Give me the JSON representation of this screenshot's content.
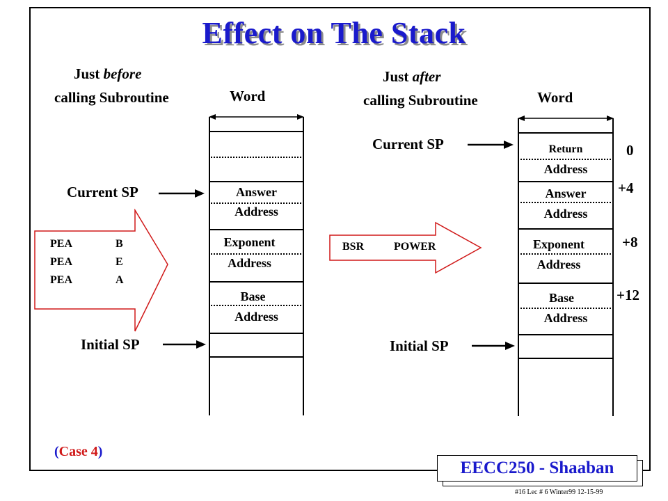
{
  "title": "Effect on The Stack",
  "left": {
    "heading_line1_a": "Just",
    "heading_line1_b": "before",
    "heading_line2": "calling Subroutine",
    "word_label": "Word",
    "current_sp": "Current SP",
    "initial_sp": "Initial SP",
    "cells": [
      {
        "line1": "Answer",
        "line2": "Address"
      },
      {
        "line1": "Exponent",
        "line2": "Address"
      },
      {
        "line1": "Base",
        "line2": "Address"
      }
    ],
    "instructions": [
      {
        "op": "PEA",
        "arg": "B"
      },
      {
        "op": "PEA",
        "arg": "E"
      },
      {
        "op": "PEA",
        "arg": "A"
      }
    ]
  },
  "right": {
    "heading_line1_a": "Just",
    "heading_line1_b": "after",
    "heading_line2": "calling Subroutine",
    "word_label": "Word",
    "current_sp": "Current SP",
    "initial_sp": "Initial SP",
    "cells": [
      {
        "line1": "Return",
        "line2": "Address"
      },
      {
        "line1": "Answer",
        "line2": "Address"
      },
      {
        "line1": "Exponent",
        "line2": "Address"
      },
      {
        "line1": "Base",
        "line2": "Address"
      }
    ],
    "offsets": [
      "0",
      "+4",
      "+8",
      "+12"
    ],
    "instruction": {
      "op": "BSR",
      "arg": "POWER"
    }
  },
  "case_label": {
    "open": "(",
    "text": "Case 4",
    "close": ")"
  },
  "badge": "EECC250 - Shaaban",
  "footer": "#16  Lec # 6  Winter99  12-15-99",
  "colors": {
    "title": "#1a1acc",
    "case_text": "#d01818",
    "badge_text": "#1a1acc"
  }
}
